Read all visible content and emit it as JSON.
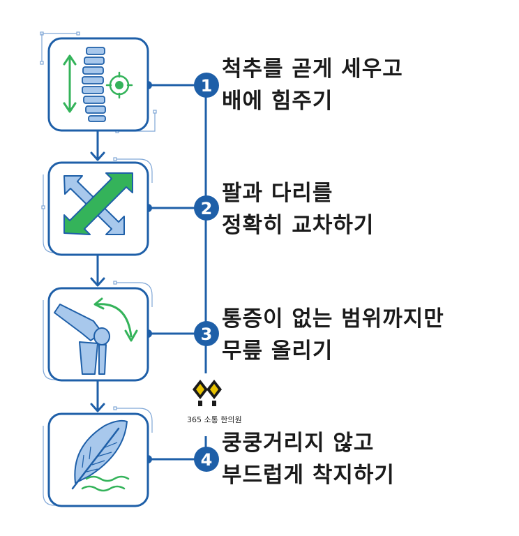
{
  "colors": {
    "primary_blue": "#1e5fa8",
    "light_blue": "#a8c8ec",
    "green": "#34b35a",
    "frame_line": "#7fa6d6"
  },
  "steps": [
    {
      "number": "1",
      "line1": "척추를 곧게 세우고",
      "line2": "배에 힘주기",
      "icon": "spine-icon"
    },
    {
      "number": "2",
      "line1": "팔과 다리를",
      "line2": "정확히 교차하기",
      "icon": "cross-arrows-icon"
    },
    {
      "number": "3",
      "line1": "통증이 없는 범위까지만",
      "line2": "무릎 올리기",
      "icon": "knee-joint-icon"
    },
    {
      "number": "4",
      "line1": "쿵쿵거리지 않고",
      "line2": "부드럽게 착지하기",
      "icon": "feather-icon"
    }
  ],
  "logo": {
    "caption": "365 소통 한의원",
    "icon": "clinic-logo-icon"
  }
}
